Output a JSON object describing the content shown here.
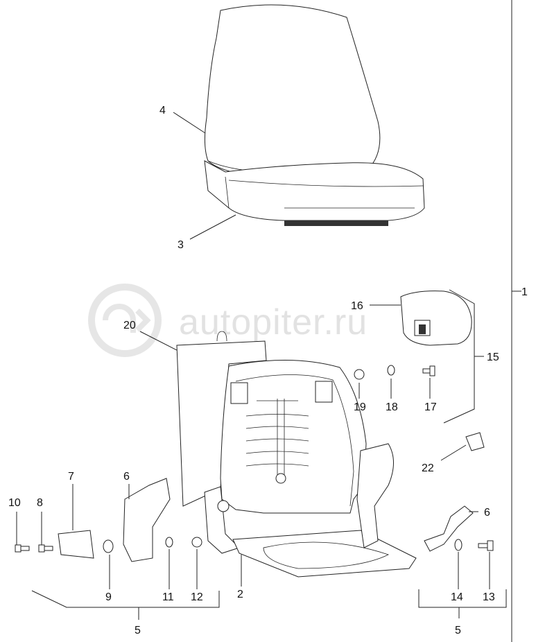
{
  "watermark": {
    "text": "autopiter.ru"
  },
  "callouts": {
    "c1": "1",
    "c2": "2",
    "c3": "3",
    "c4": "4",
    "c5a": "5",
    "c5b": "5",
    "c6a": "6",
    "c6b": "6",
    "c7": "7",
    "c8": "8",
    "c9": "9",
    "c10": "10",
    "c11": "11",
    "c12": "12",
    "c13": "13",
    "c14": "14",
    "c15": "15",
    "c16": "16",
    "c17": "17",
    "c18": "18",
    "c19": "19",
    "c20": "20",
    "c22": "22"
  }
}
